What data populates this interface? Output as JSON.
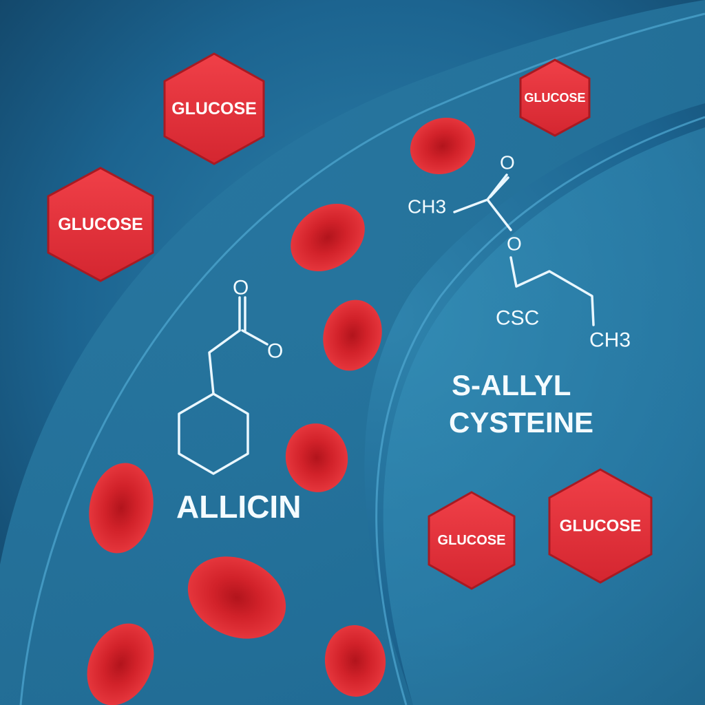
{
  "molecules": {
    "allicin": {
      "name": "ALLICIN",
      "atoms": [
        "O",
        "O"
      ]
    },
    "s_allyl_cysteine": {
      "name_line1": "S-ALLYL",
      "name_line2": "CYSTEINE",
      "atoms": [
        "O",
        "CH3",
        "O",
        "CSC",
        "CH3"
      ]
    }
  },
  "glucose": [
    "GLUCOSE",
    "GLUCOSE",
    "GLUCOSE",
    "GLUCOSE",
    "GLUCOSE"
  ],
  "colors": {
    "background": "#1a5a80",
    "vessel": "#2a7ca6",
    "glucose_red": "#e0303a",
    "blood_cell": "#d8202a",
    "structure_lines": "#eaf7ff"
  }
}
